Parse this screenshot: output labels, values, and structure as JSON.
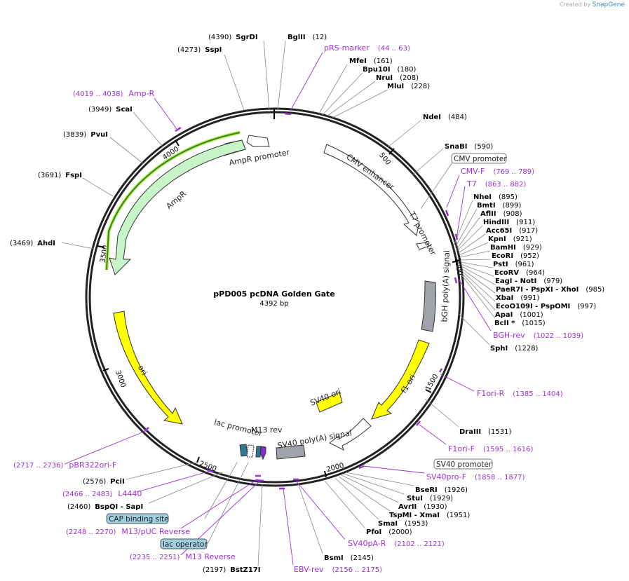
{
  "brand": {
    "created_by": "Created by",
    "app": "SnapGene"
  },
  "title": "pPD005 pcDNA Golden Gate",
  "length_label": "4392 bp",
  "total_bp": 4392,
  "ticks": [
    "500",
    "1000",
    "1500",
    "2000",
    "2500",
    "3000",
    "3500",
    "4000"
  ],
  "colors": {
    "primer": "#9b30d9",
    "ampr": "#c8f5c8",
    "ori": "#ffff00",
    "signal": "#a0a4aa",
    "orf_green": "#2a8a1a"
  },
  "enzymes": [
    {
      "name": "SgrDI",
      "pos": "(4390)",
      "side": "L"
    },
    {
      "name": "BglII",
      "pos": "(12)",
      "side": "R"
    },
    {
      "name": "SspI",
      "pos": "(4273)",
      "side": "L"
    },
    {
      "name": "MfeI",
      "pos": "(161)",
      "side": "R"
    },
    {
      "name": "Bpu10I",
      "pos": "(180)",
      "side": "R"
    },
    {
      "name": "NruI",
      "pos": "(208)",
      "side": "R"
    },
    {
      "name": "MluI",
      "pos": "(228)",
      "side": "R"
    },
    {
      "name": "NdeI",
      "pos": "(484)",
      "side": "R"
    },
    {
      "name": "SnaBI",
      "pos": "(590)",
      "side": "R"
    },
    {
      "name": "ScaI",
      "pos": "(3949)",
      "side": "L"
    },
    {
      "name": "PvuI",
      "pos": "(3839)",
      "side": "L"
    },
    {
      "name": "FspI",
      "pos": "(3691)",
      "side": "L"
    },
    {
      "name": "AhdI",
      "pos": "(3469)",
      "side": "L"
    },
    {
      "name": "NheI",
      "pos": "(895)",
      "side": "R"
    },
    {
      "name": "BmtI",
      "pos": "(899)",
      "side": "R"
    },
    {
      "name": "AflII",
      "pos": "(908)",
      "side": "R"
    },
    {
      "name": "HindIII",
      "pos": "(911)",
      "side": "R"
    },
    {
      "name": "Acc65I",
      "pos": "(917)",
      "side": "R"
    },
    {
      "name": "KpnI",
      "pos": "(921)",
      "side": "R"
    },
    {
      "name": "BamHI",
      "pos": "(929)",
      "side": "R"
    },
    {
      "name": "EcoRI",
      "pos": "(952)",
      "side": "R"
    },
    {
      "name": "PstI",
      "pos": "(961)",
      "side": "R"
    },
    {
      "name": "EcoRV",
      "pos": "(964)",
      "side": "R"
    },
    {
      "name": "EagI - NotI",
      "pos": "(979)",
      "side": "R"
    },
    {
      "name": "PaeR7I - PspXI - XhoI",
      "pos": "(985)",
      "side": "R"
    },
    {
      "name": "XbaI",
      "pos": "(991)",
      "side": "R"
    },
    {
      "name": "EcoO109I - PspOMI",
      "pos": "(997)",
      "side": "R"
    },
    {
      "name": "ApaI",
      "pos": "(1001)",
      "side": "R"
    },
    {
      "name": "BclI *",
      "pos": "(1015)",
      "side": "R"
    },
    {
      "name": "SphI",
      "pos": "(1228)",
      "side": "R"
    },
    {
      "name": "DraIII",
      "pos": "(1531)",
      "side": "R"
    },
    {
      "name": "BseRI",
      "pos": "(1926)",
      "side": "R"
    },
    {
      "name": "StuI",
      "pos": "(1929)",
      "side": "R"
    },
    {
      "name": "AvrII",
      "pos": "(1930)",
      "side": "R"
    },
    {
      "name": "TspMI - XmaI",
      "pos": "(1951)",
      "side": "R"
    },
    {
      "name": "SmaI",
      "pos": "(1953)",
      "side": "R"
    },
    {
      "name": "PfoI",
      "pos": "(2000)",
      "side": "R"
    },
    {
      "name": "BsmI",
      "pos": "(2145)",
      "side": "R"
    },
    {
      "name": "PciI",
      "pos": "(2576)",
      "side": "L"
    },
    {
      "name": "BspQI - SapI",
      "pos": "(2460)",
      "side": "L"
    },
    {
      "name": "BstZ17I",
      "pos": "(2197)",
      "side": "L"
    }
  ],
  "primers": [
    {
      "name": "pRS-marker",
      "pos": "(44 .. 63)",
      "side": "R"
    },
    {
      "name": "Amp-R",
      "pos": "(4019 .. 4038)",
      "side": "L"
    },
    {
      "name": "CMV-F",
      "pos": "(769 .. 789)",
      "side": "R"
    },
    {
      "name": "T7",
      "pos": "(863 .. 882)",
      "side": "R"
    },
    {
      "name": "BGH-rev",
      "pos": "(1022 .. 1039)",
      "side": "R"
    },
    {
      "name": "F1ori-R",
      "pos": "(1385 .. 1404)",
      "side": "R"
    },
    {
      "name": "F1ori-F",
      "pos": "(1595 .. 1616)",
      "side": "R"
    },
    {
      "name": "SV40pro-F",
      "pos": "(1858 .. 1877)",
      "side": "R"
    },
    {
      "name": "SV40pA-R",
      "pos": "(2102 .. 2121)",
      "side": "R"
    },
    {
      "name": "EBV-rev",
      "pos": "(2156 .. 2175)",
      "side": "R"
    },
    {
      "name": "pBR322ori-F",
      "pos": "(2717 .. 2736)",
      "side": "L"
    },
    {
      "name": "L4440",
      "pos": "(2466 .. 2483)",
      "side": "L"
    },
    {
      "name": "M13/pUC Reverse",
      "pos": "(2248 .. 2270)",
      "side": "L"
    },
    {
      "name": "M13 Reverse",
      "pos": "(2235 .. 2251)",
      "side": "L"
    }
  ],
  "boxed_labels": [
    {
      "name": "CMV promoter",
      "style": "white"
    },
    {
      "name": "SV40 promoter",
      "style": "white"
    },
    {
      "name": "CAP binding site",
      "style": "blue"
    },
    {
      "name": "lac operator",
      "style": "blue"
    }
  ],
  "feature_labels": [
    "AmpR promoter",
    "AmpR",
    "CMV enhancer",
    "T7 promoter",
    "bGH poly(A) signal",
    "f1 ori",
    "SV40 ori",
    "SV40 poly(A) signal",
    "ori",
    "lac promoter",
    "M13 rev"
  ]
}
